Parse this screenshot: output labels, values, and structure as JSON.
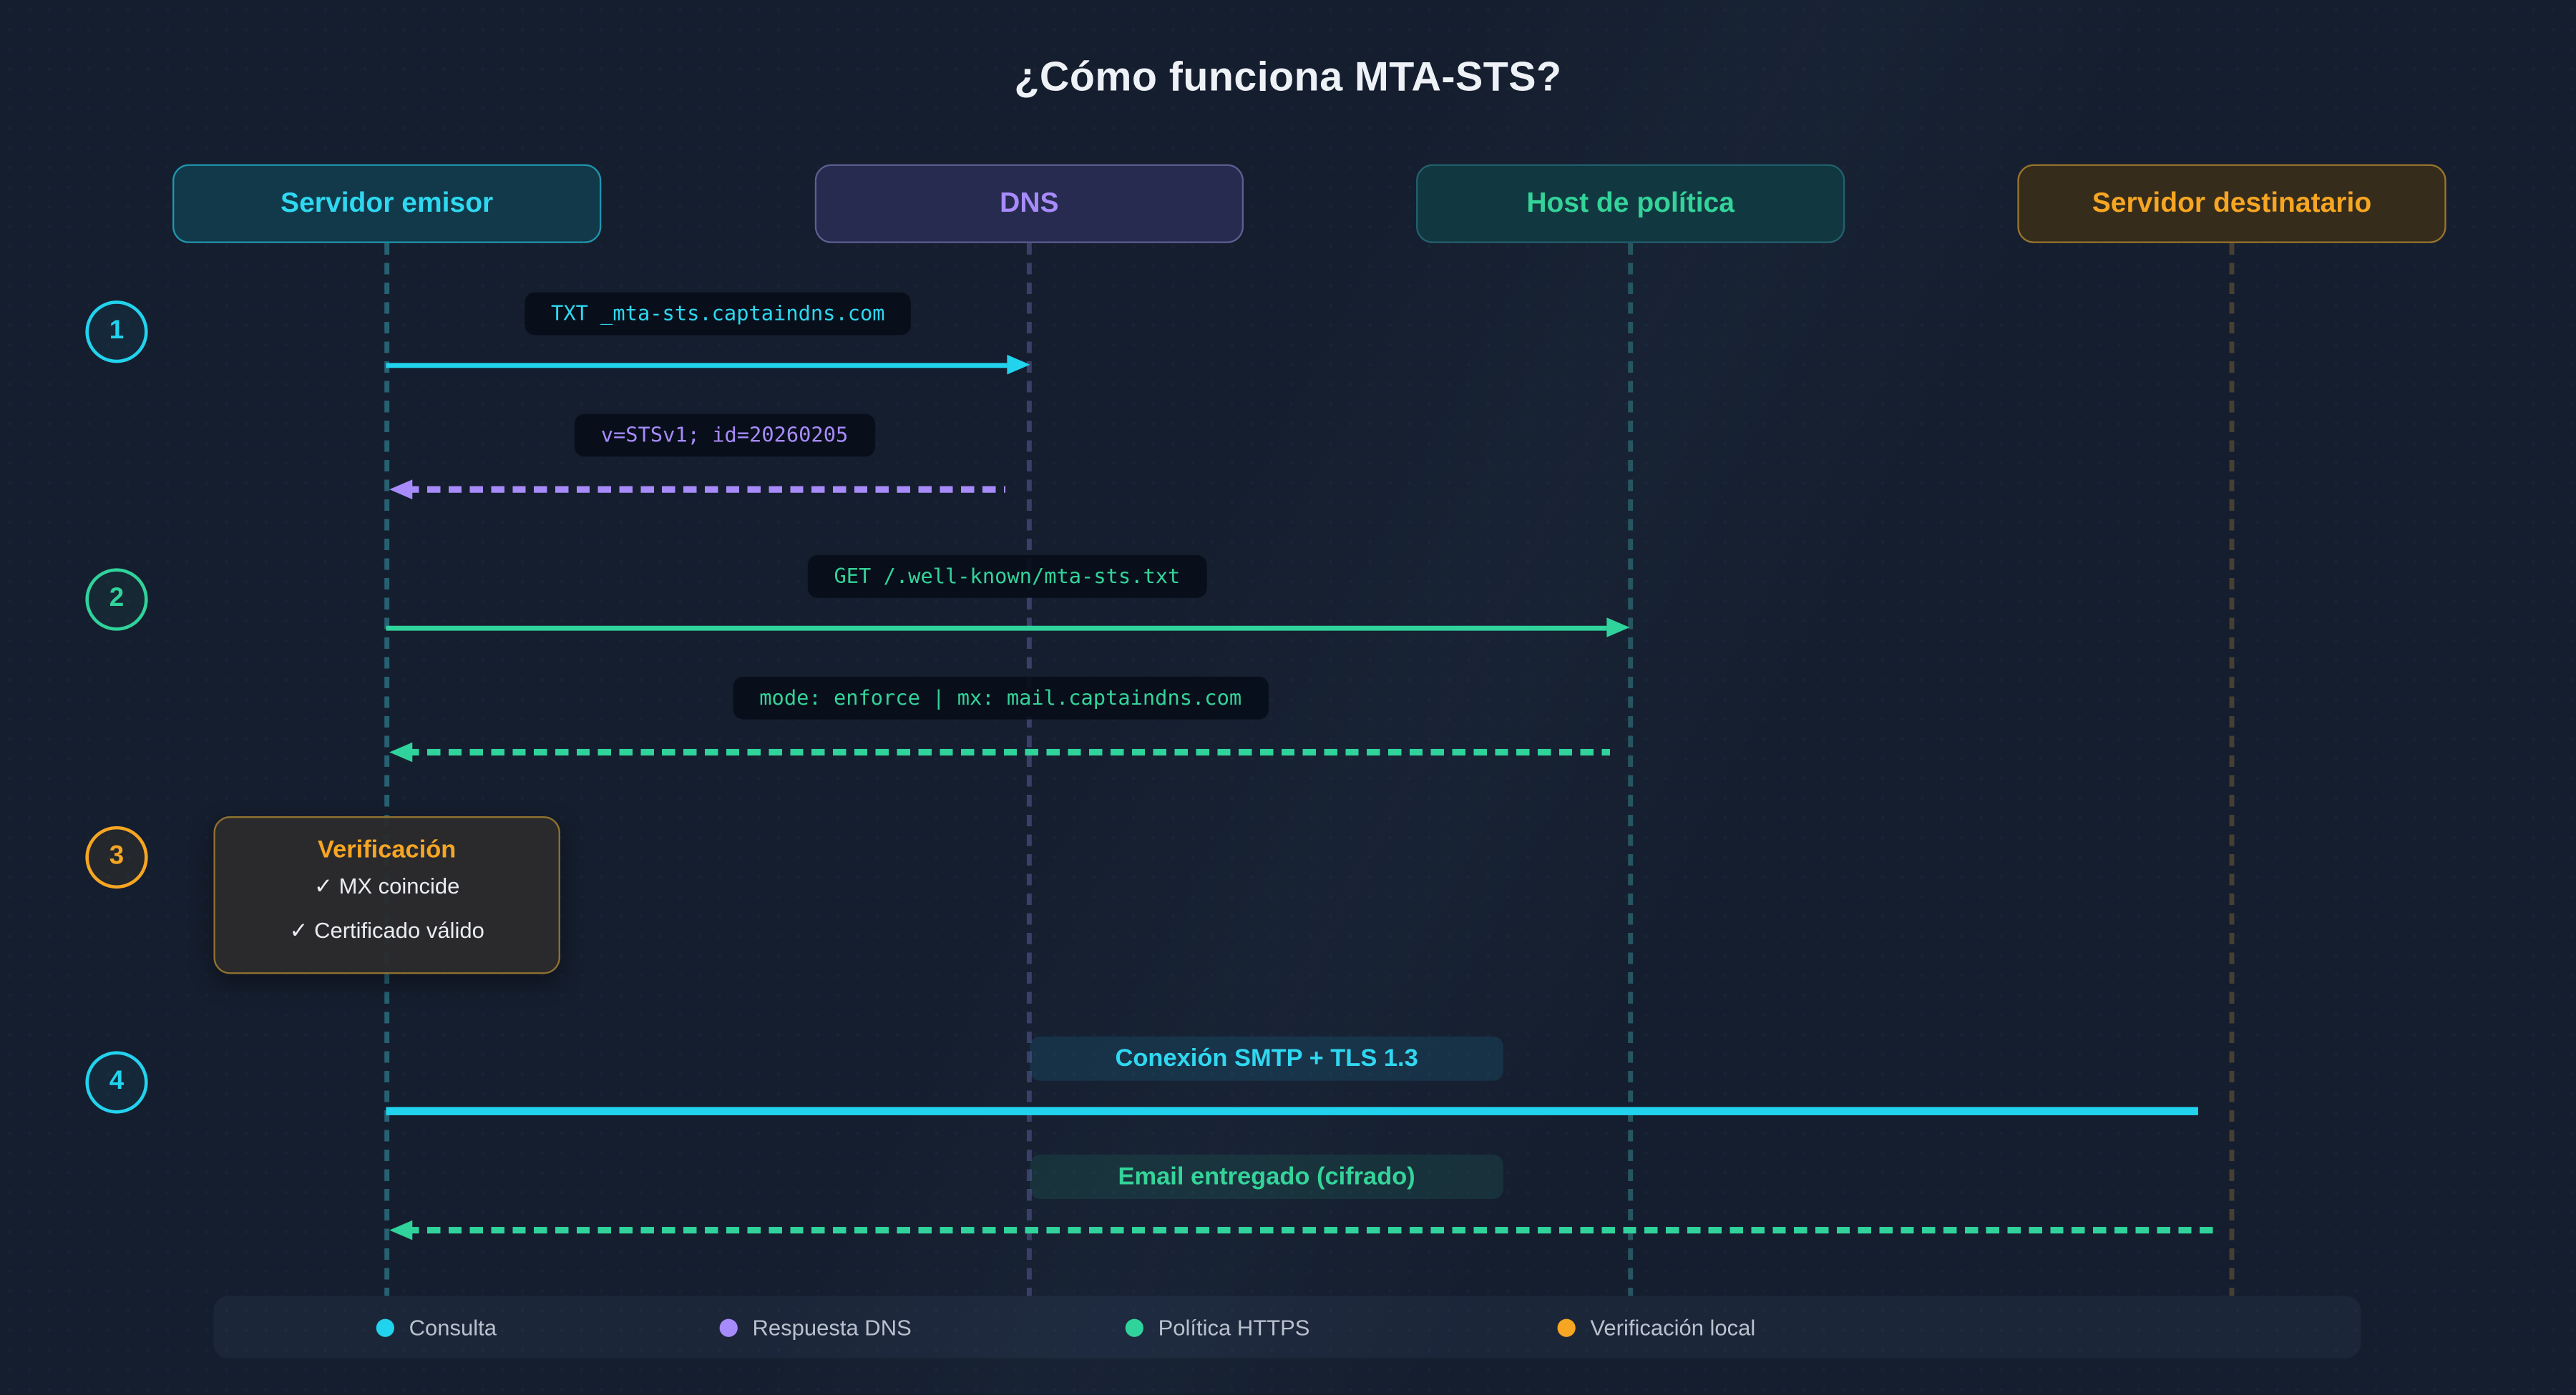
{
  "title": "¿Cómo funciona MTA-STS?",
  "actors": [
    {
      "label": "Servidor emisor",
      "color": "#2fd8f0"
    },
    {
      "label": "DNS",
      "color": "#a78bfa"
    },
    {
      "label": "Host de política",
      "color": "#34d399"
    },
    {
      "label": "Servidor destinatario",
      "color": "#f6a623"
    }
  ],
  "steps": [
    "1",
    "2",
    "3",
    "4"
  ],
  "messages": {
    "dns_query": "TXT _mta-sts.captaindns.com",
    "dns_response": "v=STSv1; id=20260205",
    "policy_request": "GET /.well-known/mta-sts.txt",
    "policy_response": "mode: enforce | mx: mail.captaindns.com",
    "smtp_connection": "Conexión SMTP + TLS 1.3",
    "email_delivered": "Email entregado (cifrado)"
  },
  "verification": {
    "title": "Verificación",
    "checks": [
      "✓ MX coincide",
      "✓ Certificado válido"
    ]
  },
  "legend": {
    "items": [
      {
        "label": "Consulta",
        "color": "#22d3ee"
      },
      {
        "label": "Respuesta DNS",
        "color": "#a78bfa"
      },
      {
        "label": "Política HTTPS",
        "color": "#30d39b"
      },
      {
        "label": "Verificación local",
        "color": "#f6a623"
      }
    ]
  },
  "colors": {
    "background": "#151e2e",
    "cyan": "#22d3ee",
    "purple": "#a78bfa",
    "green": "#30d39b",
    "orange": "#f6a623"
  }
}
